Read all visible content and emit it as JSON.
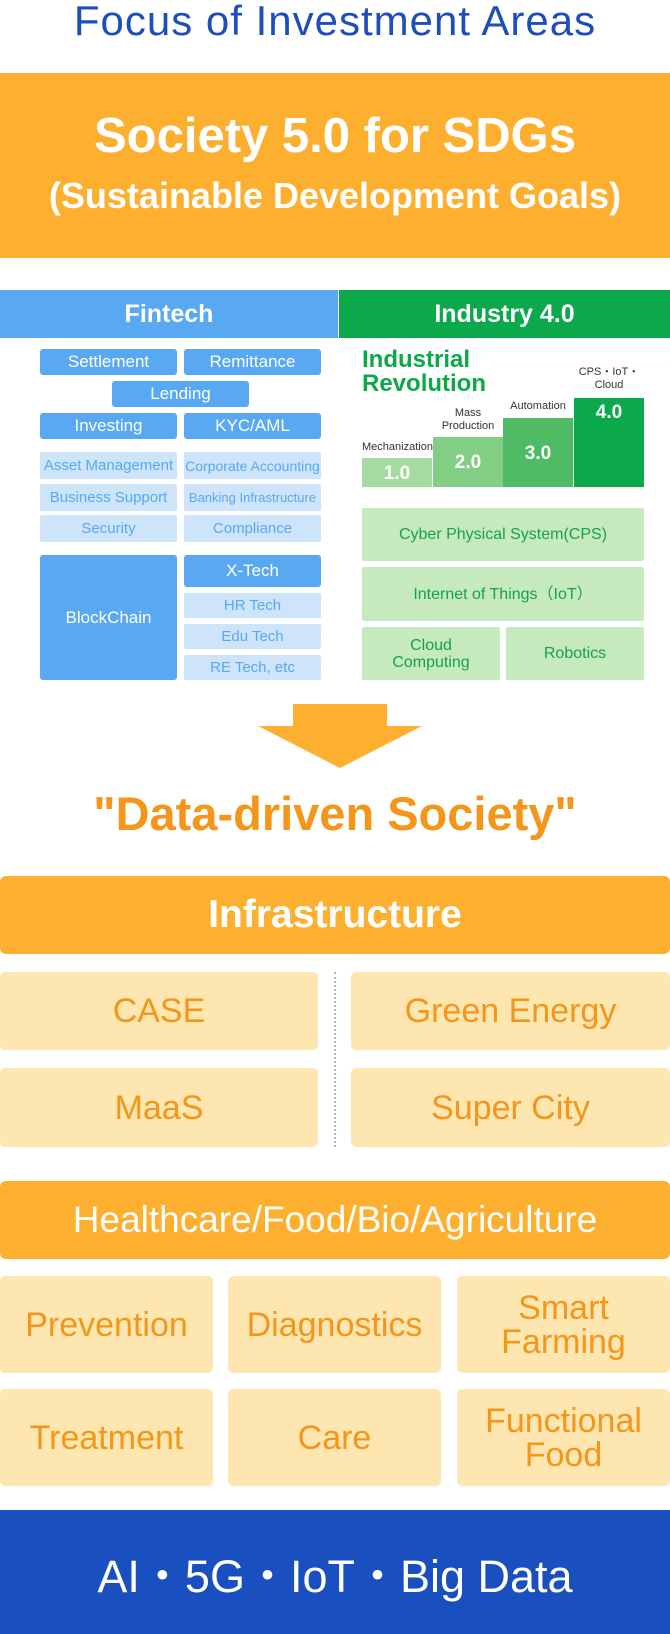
{
  "title": "Focus of Investment Areas",
  "banner": {
    "line1": "Society 5.0 for SDGs",
    "line2": "(Sustainable Development Goals)"
  },
  "fintech": {
    "header": "Fintech",
    "primary": [
      "Settlement",
      "Remittance",
      "Lending",
      "Investing",
      "KYC/AML"
    ],
    "secondary": [
      "Asset Management",
      "Corporate Accounting",
      "Business Support",
      "Banking Infrastructure",
      "Security",
      "Compliance"
    ],
    "blockchain": "BlockChain",
    "xtech": {
      "label": "X-Tech",
      "items": [
        "HR Tech",
        "Edu Tech",
        "RE Tech, etc"
      ]
    }
  },
  "industry": {
    "header": "Industry 4.0",
    "revolution_title": [
      "Industrial",
      "Revolution"
    ],
    "steps": [
      {
        "value": "1.0",
        "label": "Mechanization"
      },
      {
        "value": "2.0",
        "label": "Mass Production"
      },
      {
        "value": "3.0",
        "label": "Automation"
      },
      {
        "value": "4.0",
        "label": "CPS・IoT・Cloud"
      }
    ],
    "boxes": [
      "Cyber Physical System(CPS)",
      "Internet of Things（IoT）",
      "Cloud Computing",
      "Robotics"
    ]
  },
  "data_driven": "\"Data-driven Society\"",
  "infrastructure": {
    "header": "Infrastructure",
    "items": [
      "CASE",
      "Green Energy",
      "MaaS",
      "Super City"
    ]
  },
  "healthcare": {
    "header": "Healthcare/Food/Bio/Agriculture",
    "items": [
      "Prevention",
      "Diagnostics",
      "Smart Farming",
      "Treatment",
      "Care",
      "Functional Food"
    ]
  },
  "footer": "AI・5G・IoT・Big Data",
  "colors": {
    "orange": "#fdaf2f",
    "orange_text": "#f3961a",
    "light_orange": "#fde6b0",
    "blue": "#58a9f1",
    "light_blue": "#cde4fb",
    "green": "#0ca84c",
    "light_green": "#c6e9be",
    "navy": "#1a4fc0",
    "title_blue": "#1e4fb8"
  }
}
